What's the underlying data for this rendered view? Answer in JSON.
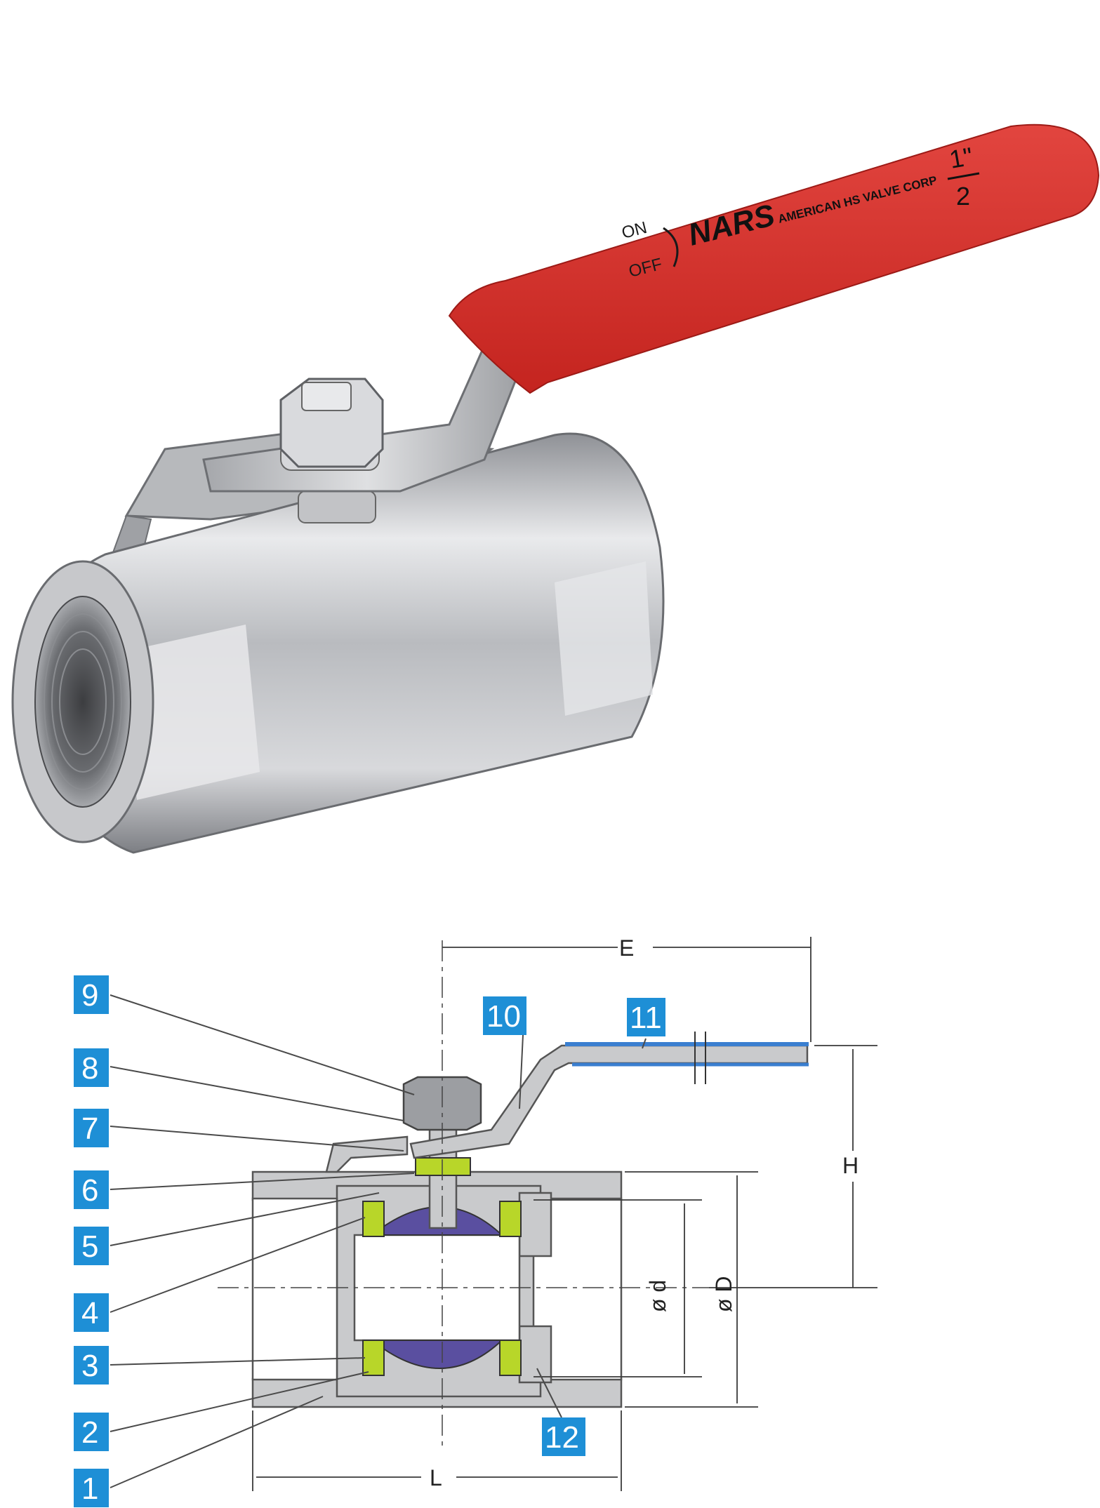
{
  "handle_marking": {
    "on": "ON",
    "off": "OFF",
    "brand": "NARS",
    "maker": "AMERICAN HS VALVE CORP",
    "size_numerator": "1\"",
    "size_denominator": "2"
  },
  "callouts": [
    "1",
    "2",
    "3",
    "4",
    "5",
    "6",
    "7",
    "8",
    "9",
    "10",
    "11",
    "12"
  ],
  "dimensions": {
    "E": "E",
    "H": "H",
    "L": "L",
    "d": "ø d",
    "D": "ø D"
  },
  "colors": {
    "handle_grip": "#d9302c",
    "callout_box": "#1e8fd6",
    "ball": "#5a4fa0",
    "seat": "#b8d629",
    "grip_sleeve": "#3a7fd0",
    "body_steel": "#c9cacc"
  }
}
